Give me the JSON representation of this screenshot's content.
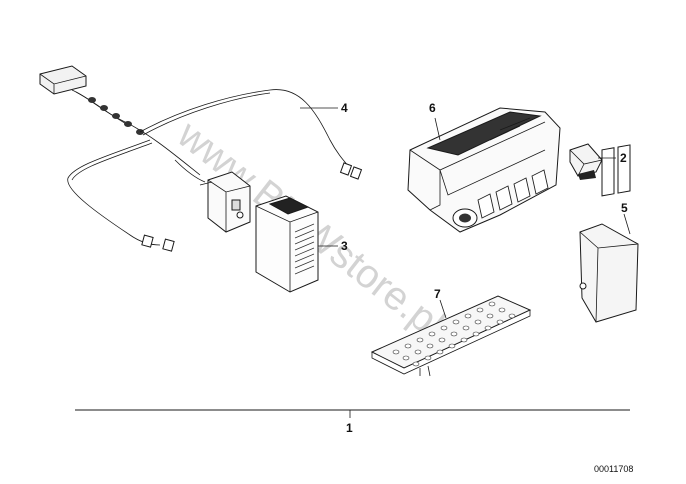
{
  "watermark": "www.BMWstore.pl",
  "reference_number": "00011708",
  "callouts": {
    "n1": "1",
    "n2": "2",
    "n3": "3",
    "n4": "4",
    "n5": "5",
    "n6": "6",
    "n7": "7"
  }
}
